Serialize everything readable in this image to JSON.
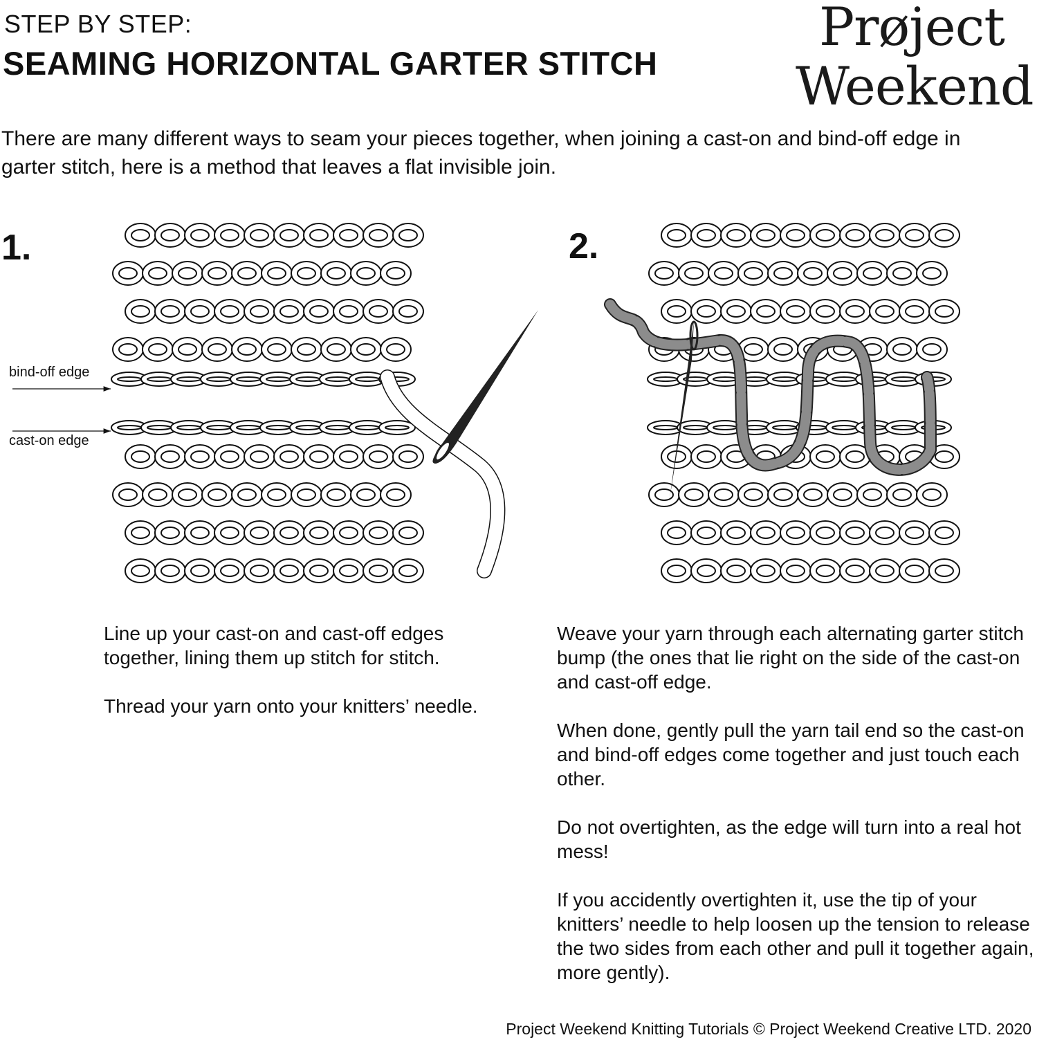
{
  "header": {
    "kicker": "STEP BY STEP:",
    "title": "SEAMING HORIZONTAL GARTER STITCH",
    "logo_line1": "Prøject",
    "logo_line2": "Weekend"
  },
  "intro": "There are many different ways to seam your pieces together, when joining a cast-on and bind-off edge in garter stitch, here is a method that leaves a flat invisible join.",
  "steps": [
    {
      "number": "1.",
      "labels": {
        "bind_off": "bind-off edge",
        "cast_on": "cast-on edge"
      },
      "paragraphs": [
        "Line up your cast-on and cast-off edges together, lining them up stitch for stitch.",
        "Thread your yarn onto your knitters’ needle."
      ]
    },
    {
      "number": "2.",
      "paragraphs": [
        "Weave your yarn through each alternating garter stitch bump (the ones that lie right on the side of the cast-on and cast-off edge.",
        "When done, gently pull the yarn tail end so the cast-on and bind-off edges come together and just touch each other.",
        "Do not overtighten, as the edge will turn into a real hot mess!",
        "If you accidently overtighten it, use the tip of your knitters’ needle to help loosen up the tension to release the two sides from each other and pull it together again, more gently)."
      ]
    }
  ],
  "footer": "Project Weekend Knitting Tutorials © Project Weekend Creative LTD. 2020",
  "colors": {
    "ink": "#111111",
    "yarn_gray": "#8c8c8c"
  }
}
